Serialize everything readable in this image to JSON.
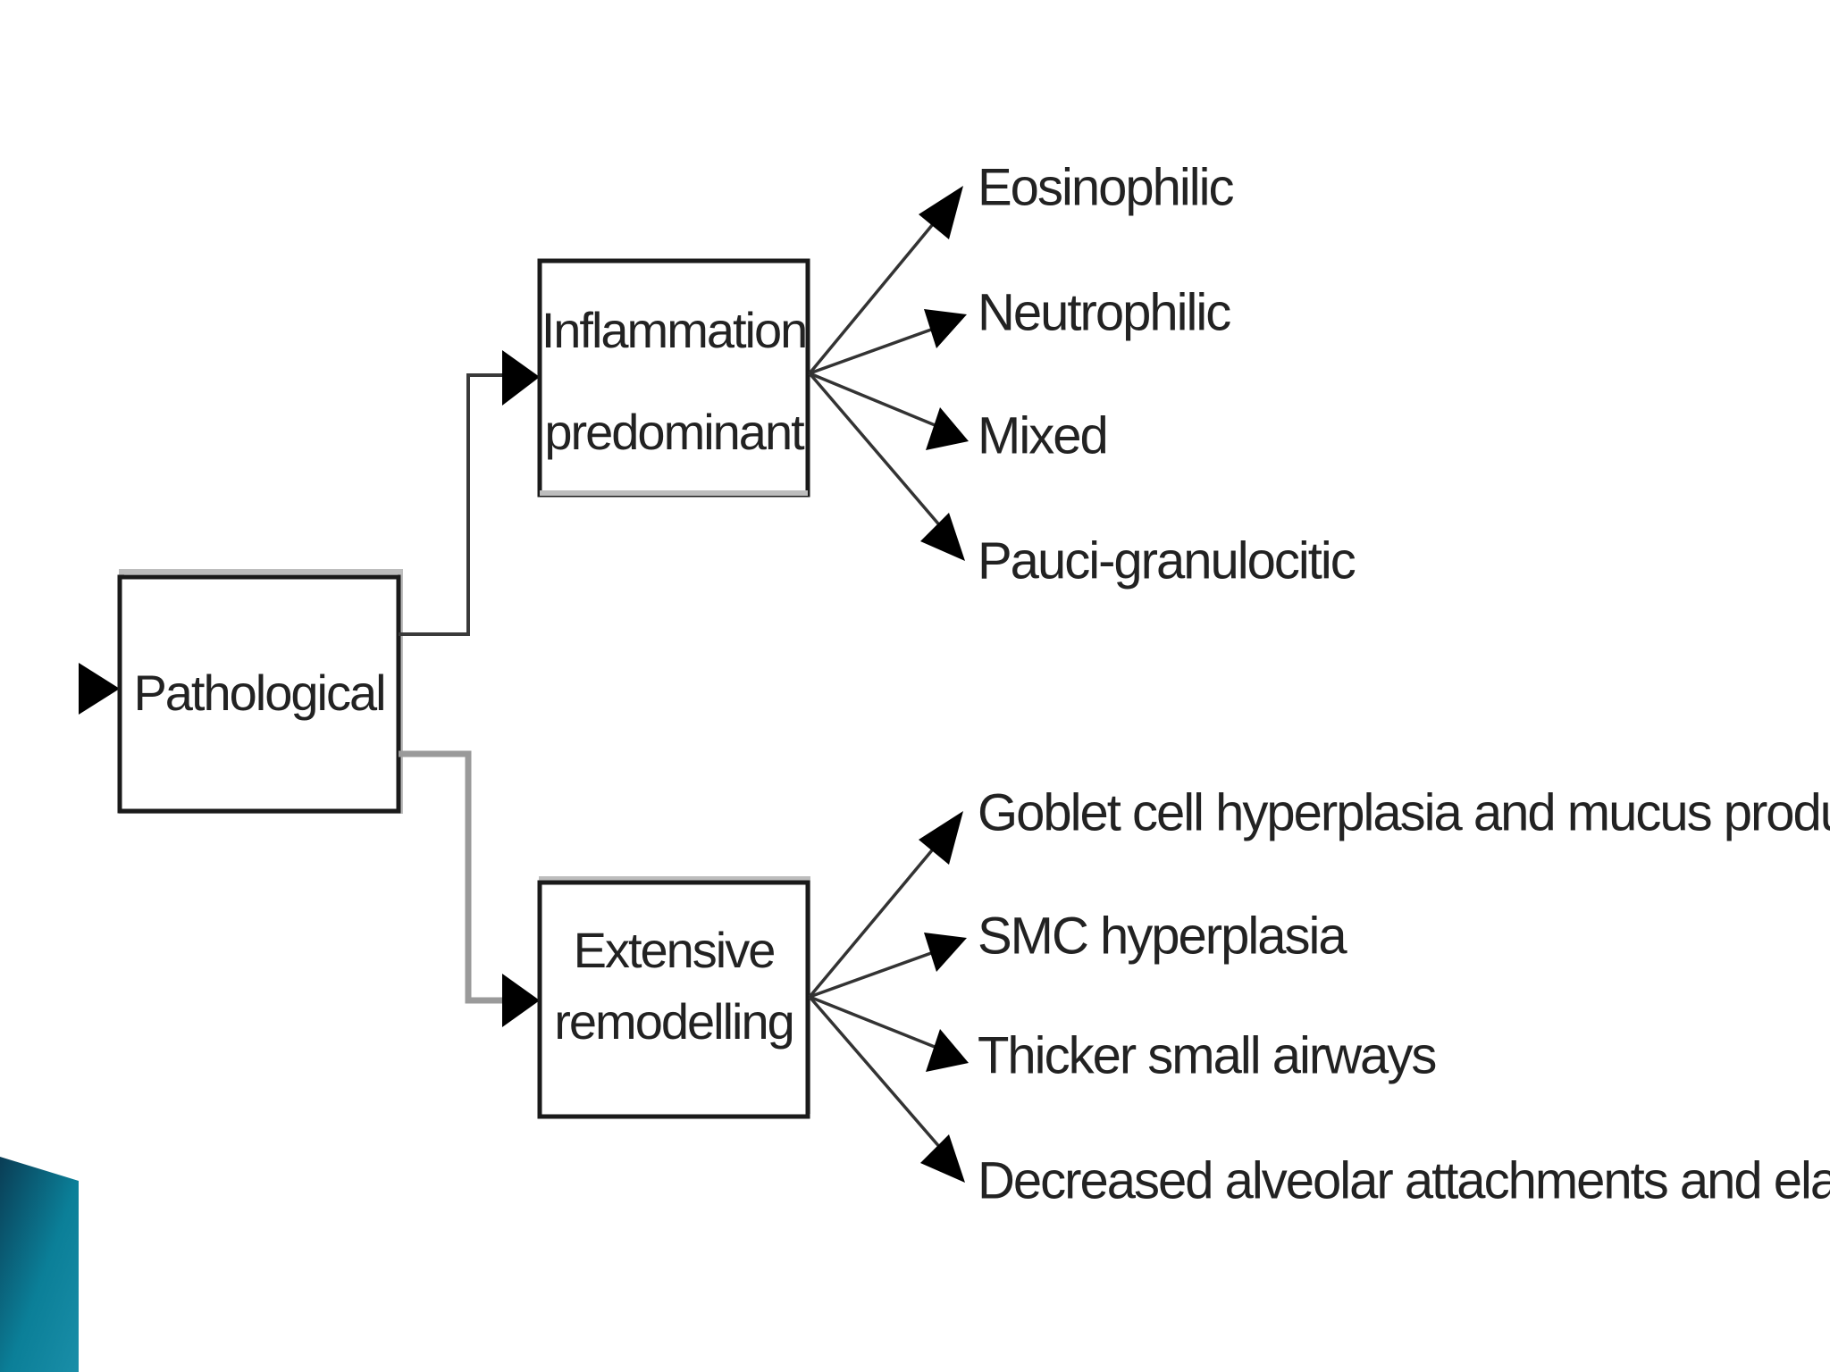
{
  "diagram": {
    "root": {
      "label": "Pathological"
    },
    "branches": [
      {
        "label_lines": [
          "Inflammation",
          "predominant"
        ],
        "leaves": [
          "Eosinophilic",
          "Neutrophilic",
          "Mixed",
          "Pauci-granulocitic"
        ]
      },
      {
        "label_lines": [
          "Extensive",
          "remodelling"
        ],
        "leaves": [
          "Goblet cell hyperplasia and mucus production",
          "SMC hyperplasia",
          "Thicker small airways",
          "Decreased alveolar attachments and elastin"
        ]
      }
    ]
  },
  "colors": {
    "accent_teal": "#0b7f98",
    "accent_teal_dark": "#0a3d55",
    "line": "#000000"
  }
}
